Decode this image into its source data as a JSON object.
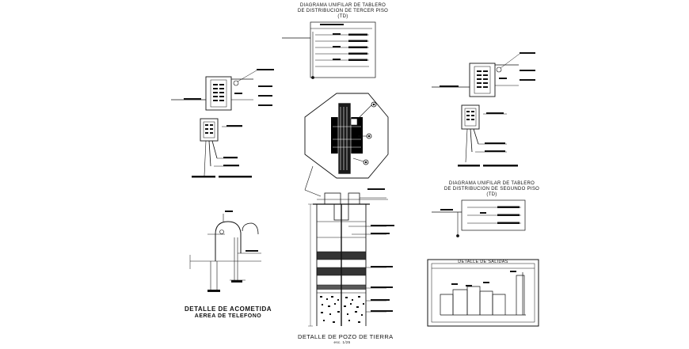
{
  "sheet": {
    "diagram_tercer_piso": {
      "line1": "DIAGRAMA UNIFILAR DE TABLERO",
      "line2": "DE DISTRIBUCION DE TERCER PISO",
      "line3": "(TD)"
    },
    "diagram_segundo_piso": {
      "line1": "DIAGRAMA UNIFILAR DE TABLERO",
      "line2": "DE DISTRIBUCION DE SEGUNDO PISO",
      "line3": "(TD)"
    },
    "acometida": {
      "line1": "DETALLE DE ACOMETIDA",
      "line2": "AEREA DE TELEFONO"
    },
    "pozo": {
      "title": "DETALLE DE POZO DE TIERRA",
      "scale": "esc. 1/25"
    },
    "salidas": {
      "title": "DETALLE DE SALIDAS"
    }
  }
}
